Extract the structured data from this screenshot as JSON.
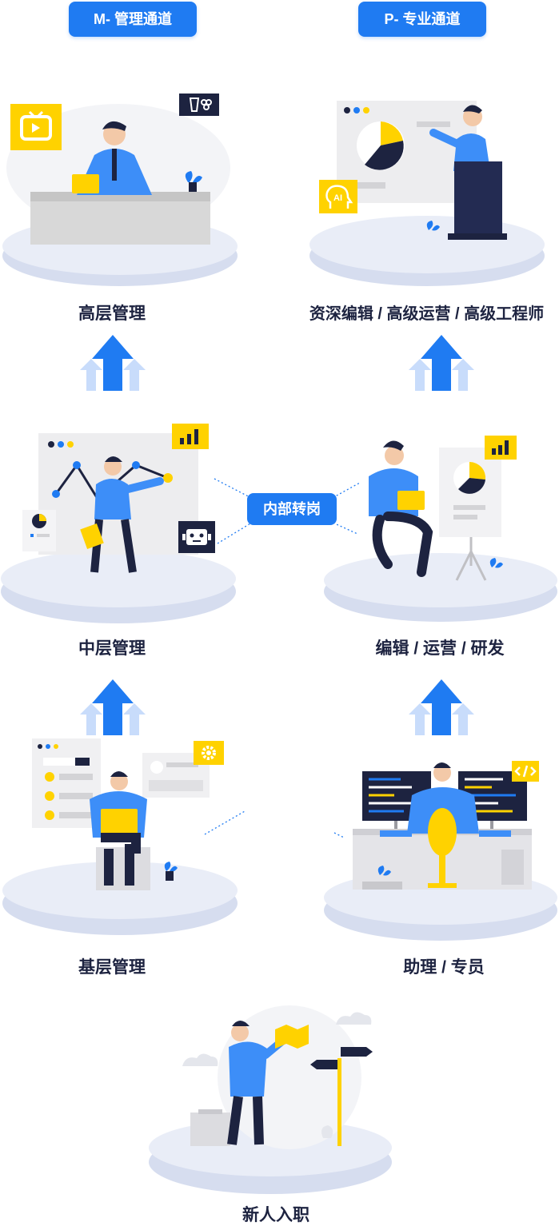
{
  "tracks": {
    "management": "M- 管理通道",
    "professional": "P- 专业通道"
  },
  "levels": {
    "m_senior": "高层管理",
    "p_senior": "资深编辑 / 高级运营 / 高级工程师",
    "m_middle": "中层管理",
    "p_middle": "编辑 / 运营 / 研发",
    "m_junior": "基层管理",
    "p_junior": "助理 / 专员",
    "entry": "新人入职"
  },
  "transfer_label": "内部转岗",
  "icons": {
    "tv": "tv-play-icon",
    "ai": "ai-head-icon",
    "robot": "robot-icon",
    "gear": "gear-icon",
    "code": "code-icon",
    "chart": "bar-chart-icon"
  },
  "colors": {
    "primary": "#1f7bf2",
    "accent": "#ffd200",
    "navy": "#1d2340",
    "platform": "#dfe5f3"
  }
}
